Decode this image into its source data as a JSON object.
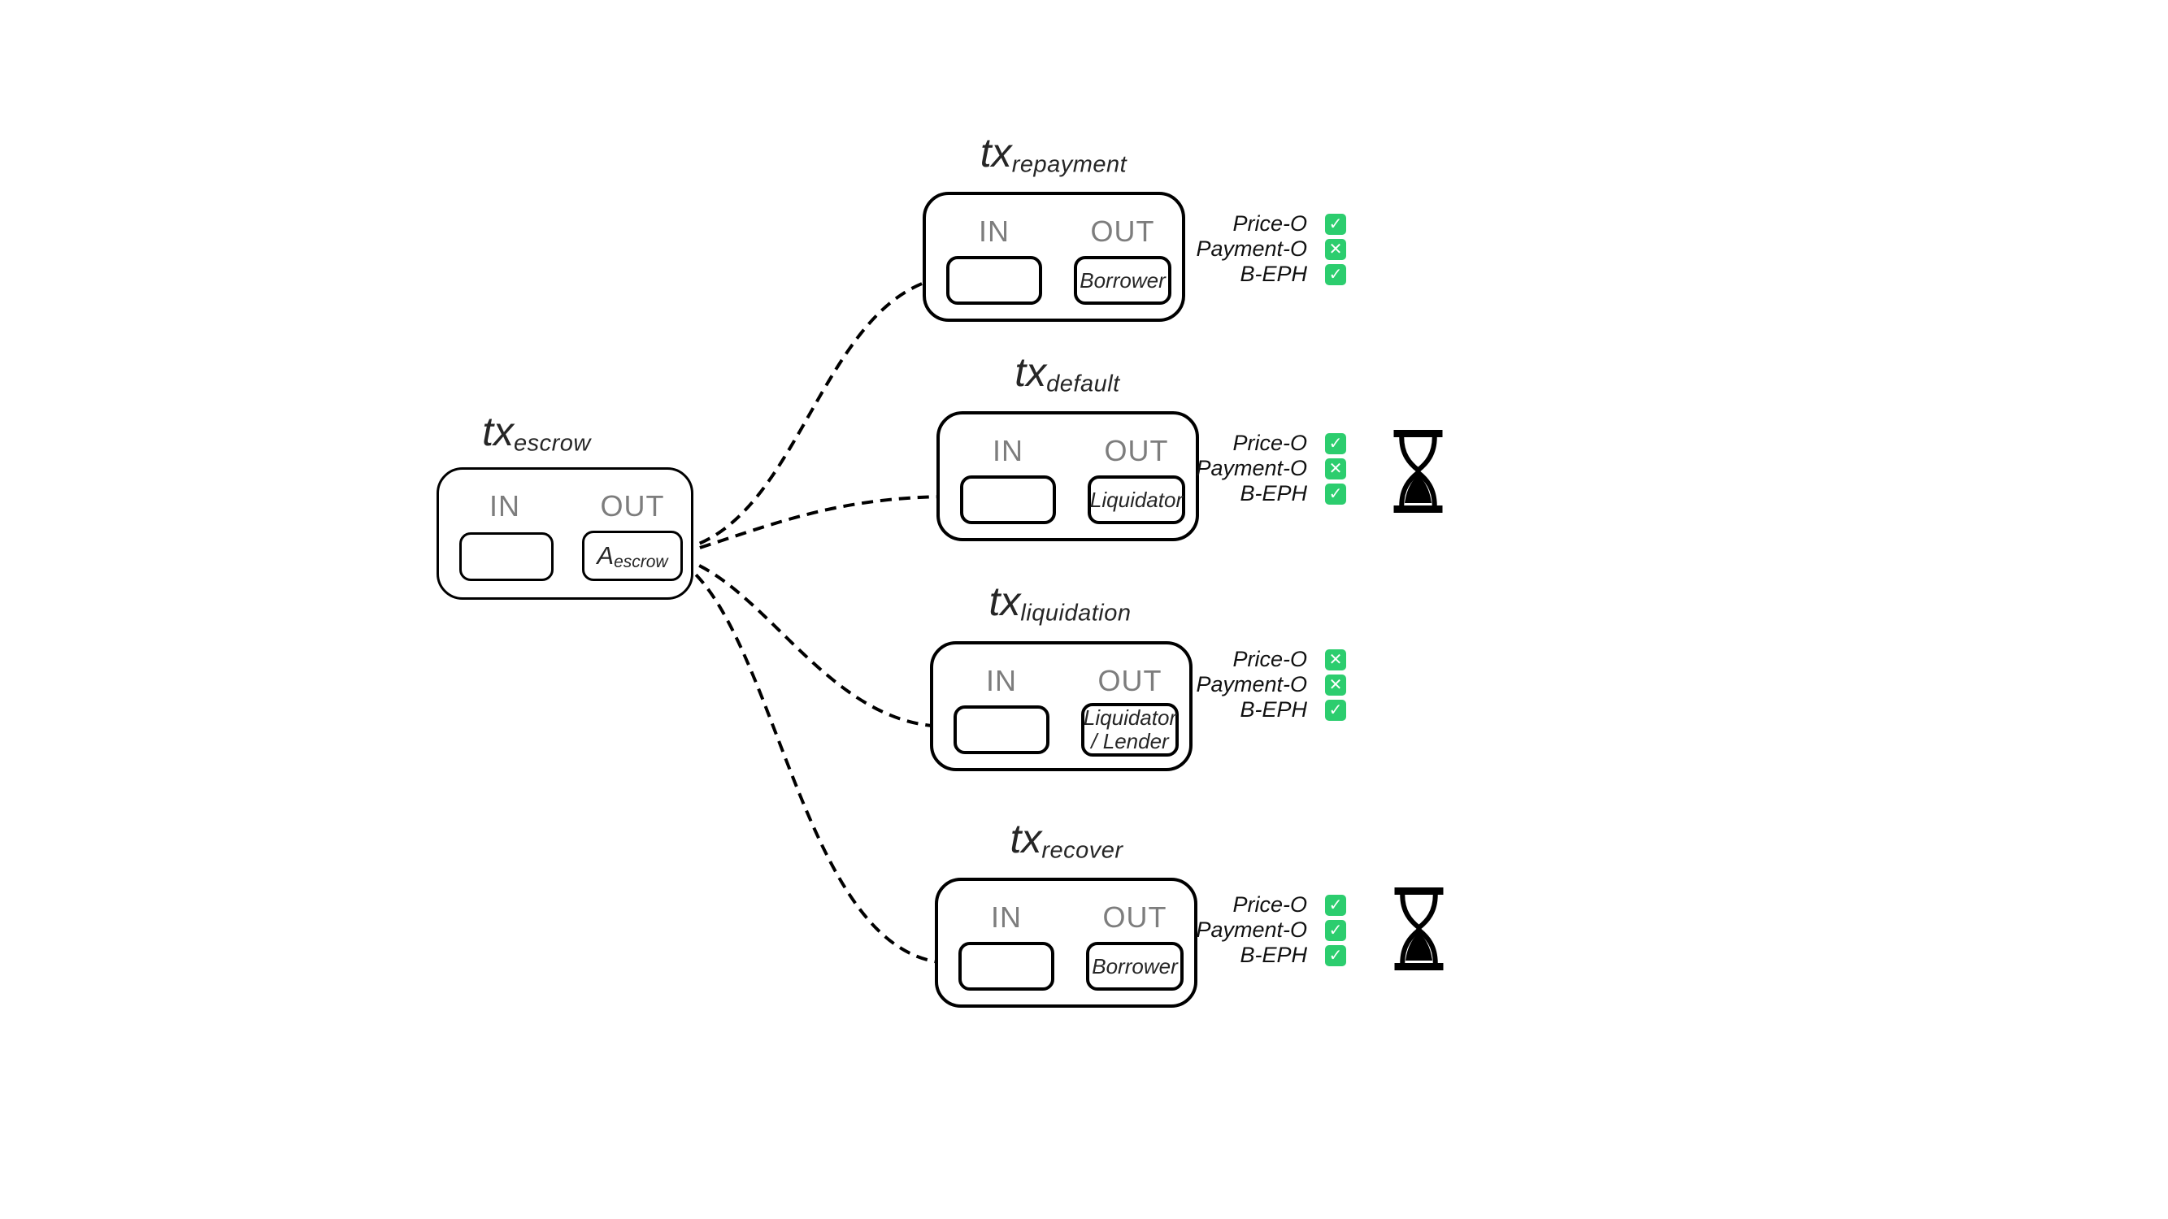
{
  "colors": {
    "check_green": "#2CCD6E",
    "edge_black": "#000000",
    "inout_gray": "#7d7d7d"
  },
  "escrow": {
    "title_base": "tx",
    "title_sub": "escrow",
    "in_label": "IN",
    "out_label": "OUT",
    "out_slot_base": "A",
    "out_slot_sub": "escrow"
  },
  "transactions": [
    {
      "id": "repayment",
      "title_base": "tx",
      "title_sub": "repayment",
      "in_label": "IN",
      "out_label": "OUT",
      "out_slot_lines": [
        "Borrower"
      ],
      "conditions": [
        {
          "label": "Price-O",
          "state": "checked",
          "mark": "✓"
        },
        {
          "label": "Payment-O",
          "state": "crossed",
          "mark": "✕"
        },
        {
          "label": "B-EPH",
          "state": "checked",
          "mark": "✓"
        }
      ],
      "has_hourglass": false
    },
    {
      "id": "default",
      "title_base": "tx",
      "title_sub": "default",
      "in_label": "IN",
      "out_label": "OUT",
      "out_slot_lines": [
        "Liquidator"
      ],
      "conditions": [
        {
          "label": "Price-O",
          "state": "checked",
          "mark": "✓"
        },
        {
          "label": "Payment-O",
          "state": "crossed",
          "mark": "✕"
        },
        {
          "label": "B-EPH",
          "state": "checked",
          "mark": "✓"
        }
      ],
      "has_hourglass": true
    },
    {
      "id": "liquidation",
      "title_base": "tx",
      "title_sub": "liquidation",
      "in_label": "IN",
      "out_label": "OUT",
      "out_slot_lines": [
        "Liquidator",
        "/ Lender"
      ],
      "conditions": [
        {
          "label": "Price-O",
          "state": "crossed",
          "mark": "✕"
        },
        {
          "label": "Payment-O",
          "state": "crossed",
          "mark": "✕"
        },
        {
          "label": "B-EPH",
          "state": "checked",
          "mark": "✓"
        }
      ],
      "has_hourglass": false
    },
    {
      "id": "recover",
      "title_base": "tx",
      "title_sub": "recover",
      "in_label": "IN",
      "out_label": "OUT",
      "out_slot_lines": [
        "Borrower"
      ],
      "conditions": [
        {
          "label": "Price-O",
          "state": "checked",
          "mark": "✓"
        },
        {
          "label": "Payment-O",
          "state": "checked",
          "mark": "✓"
        },
        {
          "label": "B-EPH",
          "state": "checked",
          "mark": "✓"
        }
      ],
      "has_hourglass": true
    }
  ]
}
